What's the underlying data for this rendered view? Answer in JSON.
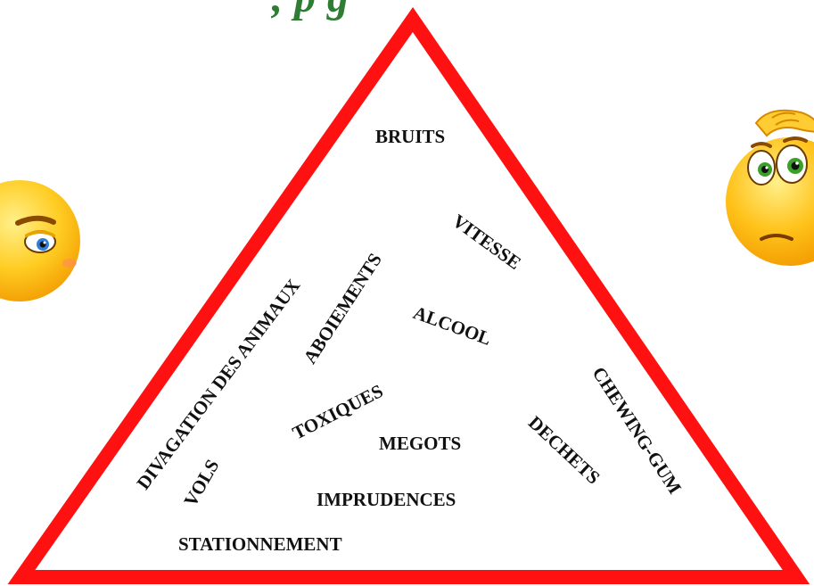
{
  "header": {
    "partial_title": ", p    g"
  },
  "words": {
    "bruits": "BRUITS",
    "divagation": "DIVAGATION DES ANIMAUX",
    "aboiements": "ABOIEMENTS",
    "vitesse": "VITESSE",
    "alcool": "ALCOOL",
    "toxiques": "TOXIQUES",
    "chewing_gum": "CHEWING-GUM",
    "vols": "VOLS",
    "megots": "MEGOTS",
    "dechets": "DECHETS",
    "imprudences": "IMPRUDENCES",
    "stationnement": "STATIONNEMENT"
  },
  "colors": {
    "triangle_stroke": "#ff1111",
    "title_green": "#2e7d32",
    "emoji_yellow": "#ffc21a"
  },
  "icons": {
    "left": "annoyed-emoji-icon",
    "right": "confused-emoji-icon"
  }
}
